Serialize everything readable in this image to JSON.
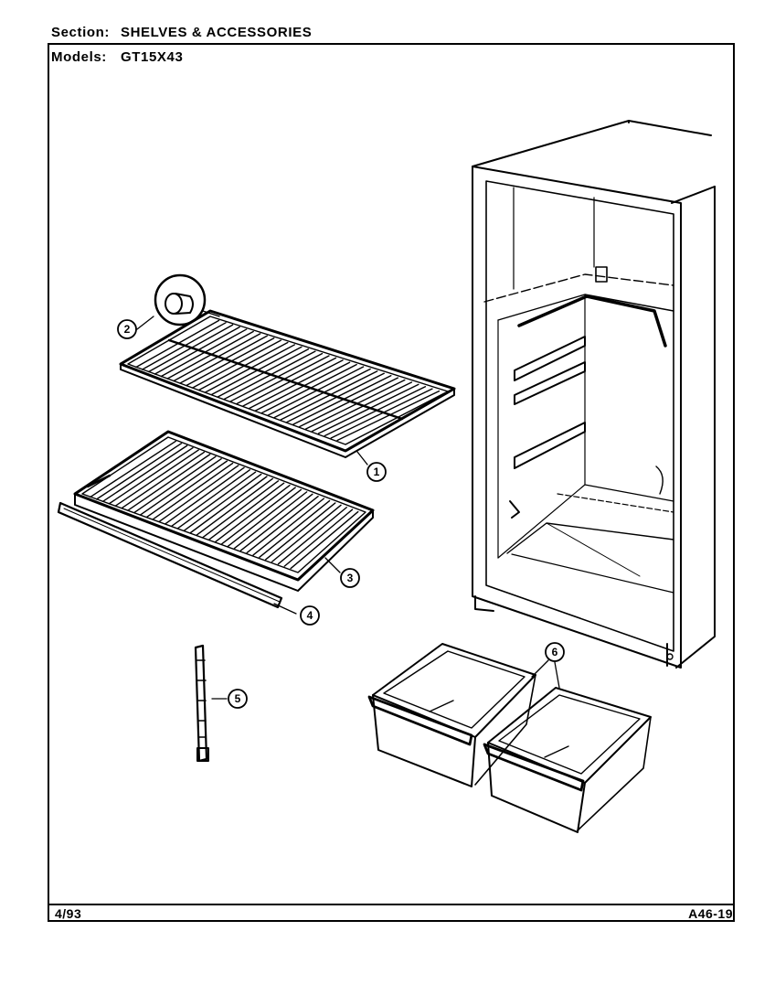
{
  "header": {
    "section_label": "Section:",
    "section_value": "SHELVES & ACCESSORIES",
    "models_label": "Models:",
    "models_value": "GT15X43"
  },
  "footer": {
    "date": "4/93",
    "code": "A46-19"
  },
  "callouts": [
    {
      "id": "1",
      "label": "1"
    },
    {
      "id": "2",
      "label": "2"
    },
    {
      "id": "3",
      "label": "3"
    },
    {
      "id": "4",
      "label": "4"
    },
    {
      "id": "5",
      "label": "5"
    },
    {
      "id": "6",
      "label": "6"
    }
  ],
  "parts": [
    {
      "callout": "1",
      "name": "wire-shelf"
    },
    {
      "callout": "2",
      "name": "shelf-end-cap"
    },
    {
      "callout": "3",
      "name": "slide-out-shelf"
    },
    {
      "callout": "4",
      "name": "shelf-rail"
    },
    {
      "callout": "5",
      "name": "door-bar"
    },
    {
      "callout": "6",
      "name": "crisper-drawer"
    }
  ]
}
